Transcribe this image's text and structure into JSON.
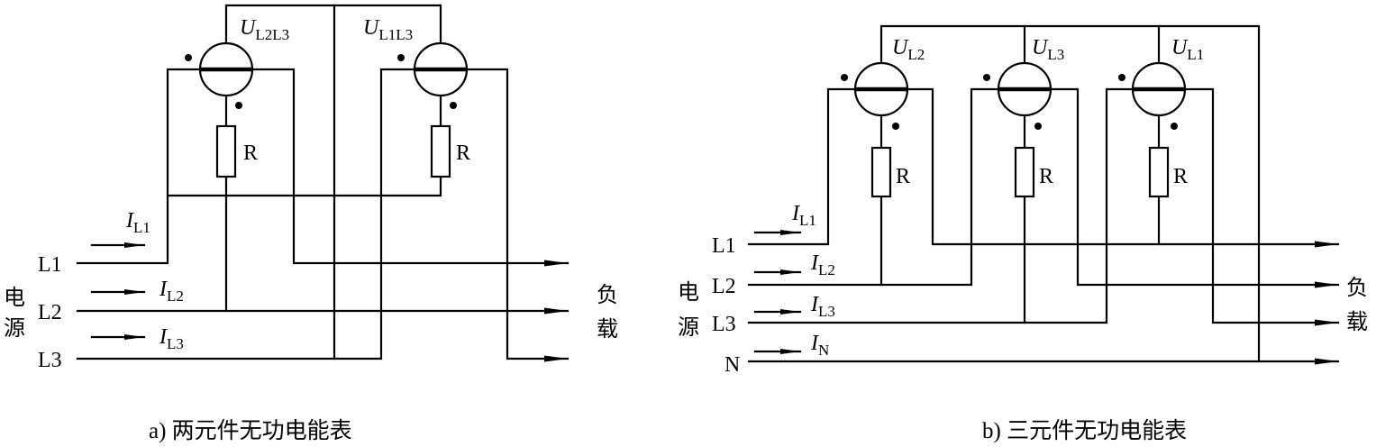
{
  "diagram_a": {
    "caption": "a) 两元件无功电能表",
    "source_label": [
      "电",
      "源"
    ],
    "load_label": [
      "负",
      "载"
    ],
    "lines": [
      "L1",
      "L2",
      "L3"
    ],
    "currents": [
      {
        "sym": "I",
        "sub": "L1"
      },
      {
        "sym": "I",
        "sub": "L2"
      },
      {
        "sym": "I",
        "sub": "L3"
      }
    ],
    "voltages": [
      {
        "sym": "U",
        "sub": "L2L3"
      },
      {
        "sym": "U",
        "sub": "L1L3"
      }
    ],
    "resistor": "R"
  },
  "diagram_b": {
    "caption": "b) 三元件无功电能表",
    "source_label": [
      "电",
      "源"
    ],
    "load_label": [
      "负",
      "载"
    ],
    "lines": [
      "L1",
      "L2",
      "L3",
      "N"
    ],
    "currents": [
      {
        "sym": "I",
        "sub": "L1"
      },
      {
        "sym": "I",
        "sub": "L2"
      },
      {
        "sym": "I",
        "sub": "L3"
      },
      {
        "sym": "I",
        "sub": "N"
      }
    ],
    "voltages": [
      {
        "sym": "U",
        "sub": "L2"
      },
      {
        "sym": "U",
        "sub": "L3"
      },
      {
        "sym": "U",
        "sub": "L1"
      }
    ],
    "resistor": "R"
  }
}
